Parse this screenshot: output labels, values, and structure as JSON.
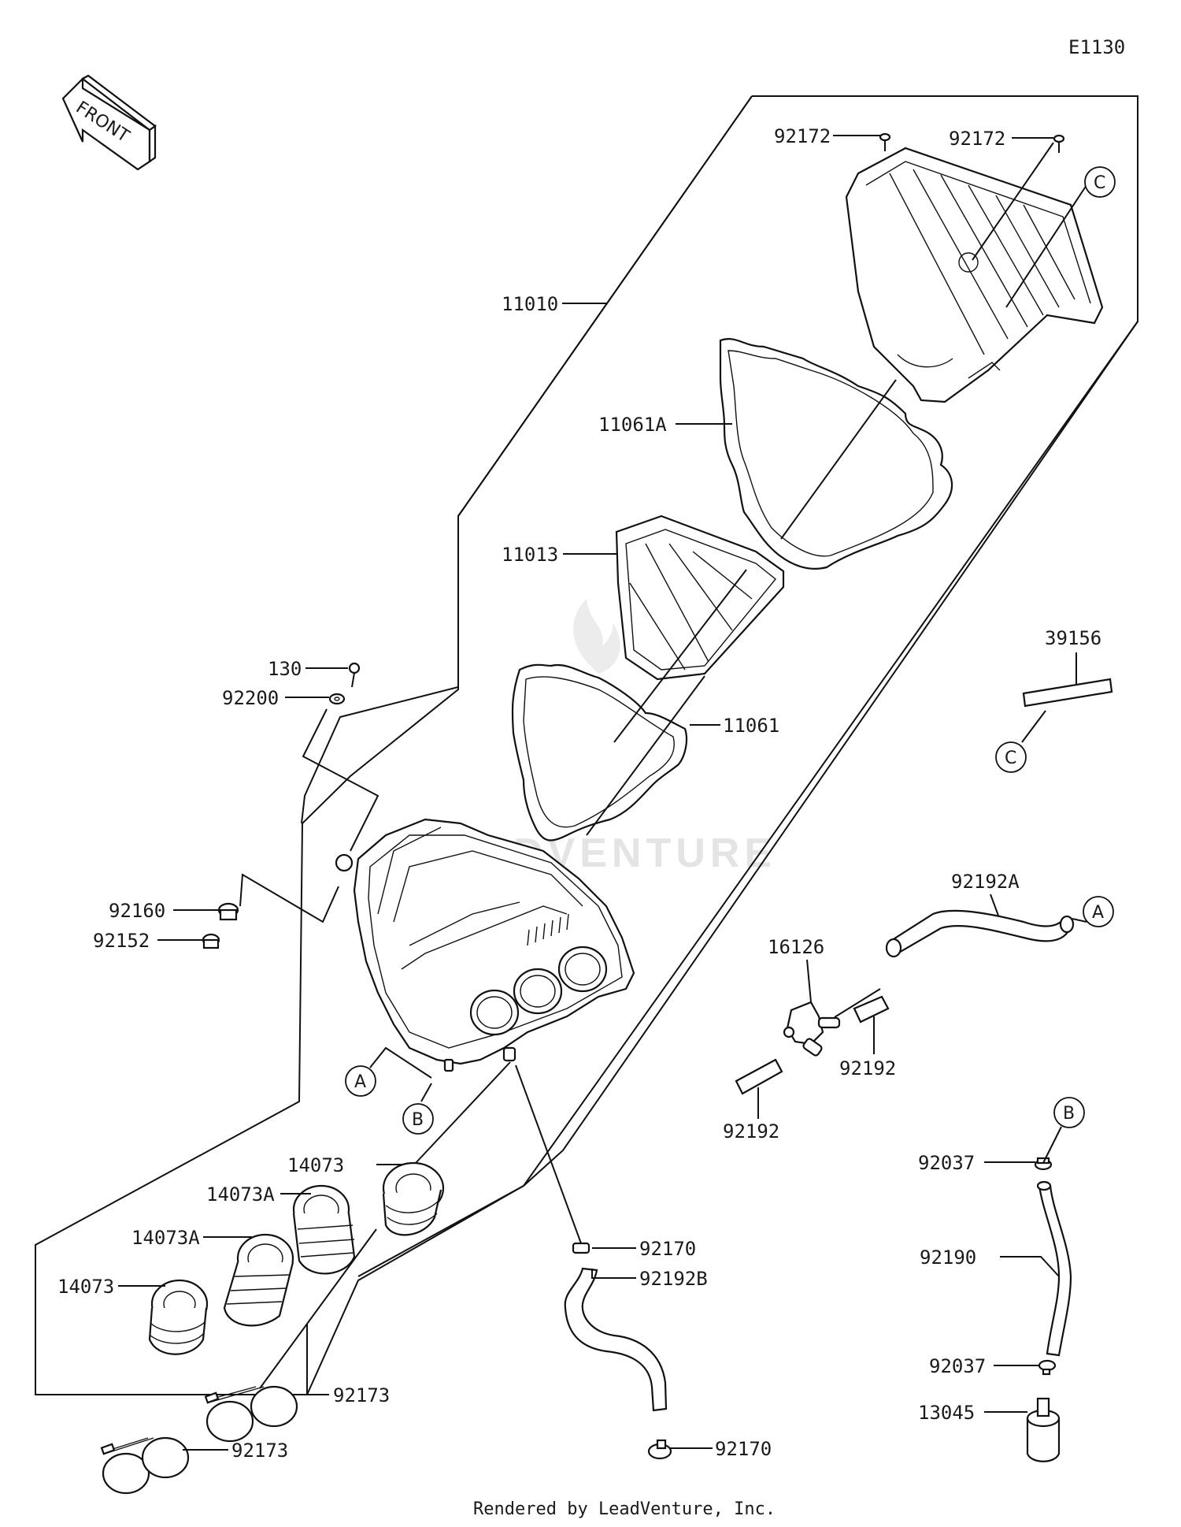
{
  "diagram_code": "E1130",
  "front_label": "FRONT",
  "footer": "Rendered by LeadVenture, Inc.",
  "watermark": "LEADVENTURE",
  "callouts": {
    "p92172_a": "92172",
    "p92172_b": "92172",
    "p11010": "11010",
    "p11061a": "11061A",
    "p11013": "11013",
    "p11061": "11061",
    "p130": "130",
    "p92200": "92200",
    "p39156": "39156",
    "p92160": "92160",
    "p92152": "92152",
    "p92192a": "92192A",
    "p16126": "16126",
    "p92192_r": "92192",
    "p92192_l": "92192",
    "p14073_top": "14073",
    "p14073a_1": "14073A",
    "p14073a_2": "14073A",
    "p14073_bot": "14073",
    "p92170_top": "92170",
    "p92192b": "92192B",
    "p92173_a": "92173",
    "p92173_b": "92173",
    "p92170_bot": "92170",
    "p92037_top": "92037",
    "p92190": "92190",
    "p92037_bot": "92037",
    "p13045": "13045"
  },
  "refs": {
    "c_top": "C",
    "c_bottom": "C",
    "a_left": "A",
    "b_left": "B",
    "a_right": "A",
    "b_right": "B"
  }
}
